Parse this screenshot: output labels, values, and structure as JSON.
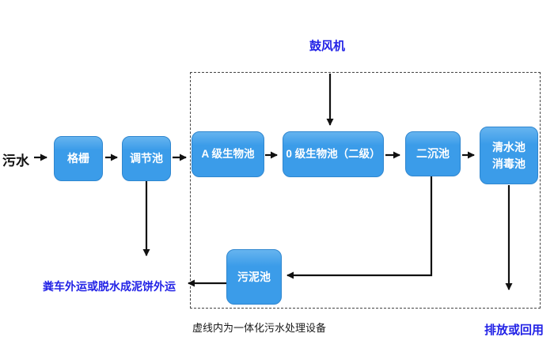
{
  "diagram": {
    "input_label": "污水",
    "blower_label": "鼓风机",
    "dashed_box_note": "虚线内为一体化污水处理设备",
    "nodes": {
      "grid": "格栅",
      "regulating_tank": "调节池",
      "a_bio_tank": "A 级生物池",
      "o_bio_tank": "0 级生物池（二级）",
      "secondary_sedimentation_tank": "二沉池",
      "clear_water_tank": "清水池\n消毒池",
      "sludge_tank": "污泥池"
    },
    "outputs": {
      "sludge_disposal": "粪车外运或脱水成泥饼外运",
      "discharge_reuse": "排放或回用"
    },
    "edges": [
      {
        "from": "污水",
        "to": "格栅"
      },
      {
        "from": "格栅",
        "to": "调节池"
      },
      {
        "from": "调节池",
        "to": "A 级生物池"
      },
      {
        "from": "调节池",
        "to": "粪车外运或脱水成泥饼外运"
      },
      {
        "from": "A 级生物池",
        "to": "0 级生物池（二级）"
      },
      {
        "from": "鼓风机",
        "to": "0 级生物池（二级）"
      },
      {
        "from": "0 级生物池（二级）",
        "to": "二沉池"
      },
      {
        "from": "二沉池",
        "to": "清水池 消毒池"
      },
      {
        "from": "二沉池",
        "to": "污泥池"
      },
      {
        "from": "污泥池",
        "to": "粪车外运或脱水成泥饼外运"
      },
      {
        "from": "清水池 消毒池",
        "to": "排放或回用"
      }
    ],
    "colors": {
      "node_fill": "#3b9ce9",
      "node_fill_top": "#66b4ef",
      "node_border": "#2f86cf",
      "node_text": "#ffffff",
      "blue_text": "#2222e6",
      "note_text": "#1a1a1a",
      "arrow": "#111111",
      "boundary_dash": "#444444"
    }
  }
}
